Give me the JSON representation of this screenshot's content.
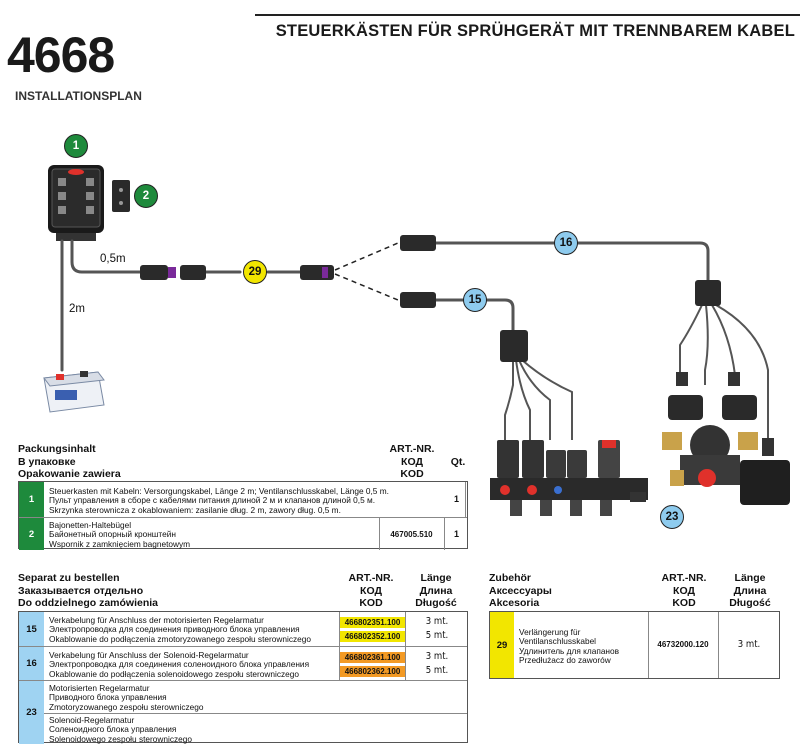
{
  "header": {
    "code": "4668",
    "subtitle": "INSTALLATIONSPLAN",
    "title": "STEUERKÄSTEN FÜR SPRÜHGERÄT MIT TRENNBAREM KABEL"
  },
  "diagram": {
    "badges": [
      "1",
      "2",
      "29",
      "16",
      "15",
      "23"
    ],
    "labels": {
      "cable_short": "0,5m",
      "cable_long": "2m"
    },
    "colors": {
      "green": "#1e8a3c",
      "yellow": "#f2e600",
      "blue": "#8ecbee",
      "orange": "#f39a24",
      "red": "#e0312b"
    }
  },
  "package_table": {
    "heading": [
      "Packungsinhalt",
      "В упаковке",
      "Opakowanie zawiera"
    ],
    "art_heading": [
      "ART.-NR.",
      "КОД",
      "KOD"
    ],
    "qty_heading": "Qt.",
    "rows": [
      {
        "num": "1",
        "lines": [
          "Steuerkasten mit Kabeln: Versorgungskabel, Länge 2 m; Ventilanschlusskabel, Länge 0,5 m.",
          "Пульт управления в сборе с кабелями питания длиной 2 м и клапанов длиной 0,5 м.",
          "Skrzynka sterownicza z okablowaniem: zasilanie dług. 2 m, zawory dług. 0,5 m."
        ],
        "art": "",
        "qty": "1"
      },
      {
        "num": "2",
        "lines": [
          "Bajonetten-Haltebügel",
          "Байонетный опорный кронштейн",
          "Wspornik z zamknięciem bagnetowym"
        ],
        "art": "467005.510",
        "qty": "1"
      }
    ]
  },
  "separate_table": {
    "heading": [
      "Separat zu bestellen",
      "Заказывается отдельно",
      "Do oddzielnego zamówienia"
    ],
    "art_heading": [
      "ART.-NR.",
      "КОД",
      "KOD"
    ],
    "len_heading": [
      "Länge",
      "Длина",
      "Długość"
    ],
    "rows": [
      {
        "num": "15",
        "lines": [
          "Verkabelung für Anschluss der motorisierten Regelarmatur",
          "Электропроводка для соединения приводного блока управления",
          "Okablowanie do podłączenia zmotoryzowanego zespołu sterowniczego"
        ],
        "codes": [
          "466802351.100",
          "466802352.100"
        ],
        "lengths": [
          "3 mt.",
          "5 mt."
        ]
      },
      {
        "num": "16",
        "lines": [
          "Verkabelung für Anschluss der Solenoid-Regelarmatur",
          "Электропроводка для соединения соленоидного блока управления",
          "Okablowanie do podłączenia solenoidowego zespołu sterowniczego"
        ],
        "codes": [
          "466802361.100",
          "466802362.100"
        ],
        "lengths": [
          "3 mt.",
          "5 mt."
        ]
      },
      {
        "num": "23",
        "lines_a": [
          "Motorisierten Regelarmatur",
          "Приводного блока управления",
          "Zmotoryzowanego zespołu sterowniczego"
        ],
        "lines_b": [
          "Solenoid-Regelarmatur",
          "Соленоидного блока управления",
          "Solenoidowego zespołu sterowniczego"
        ]
      }
    ]
  },
  "accessories_table": {
    "heading": [
      "Zubehör",
      "Аксессуары",
      "Akcesoria"
    ],
    "art_heading": [
      "ART.-NR.",
      "КОД",
      "KOD"
    ],
    "len_heading": [
      "Länge",
      "Длина",
      "Długość"
    ],
    "rows": [
      {
        "num": "29",
        "lines": [
          "Verlängerung für",
          "Ventilanschlusskabel",
          "Удлинитель для клапанов",
          "Przedłużacz do zaworów"
        ],
        "art": "46732000.120",
        "length": "3 mt."
      }
    ]
  }
}
